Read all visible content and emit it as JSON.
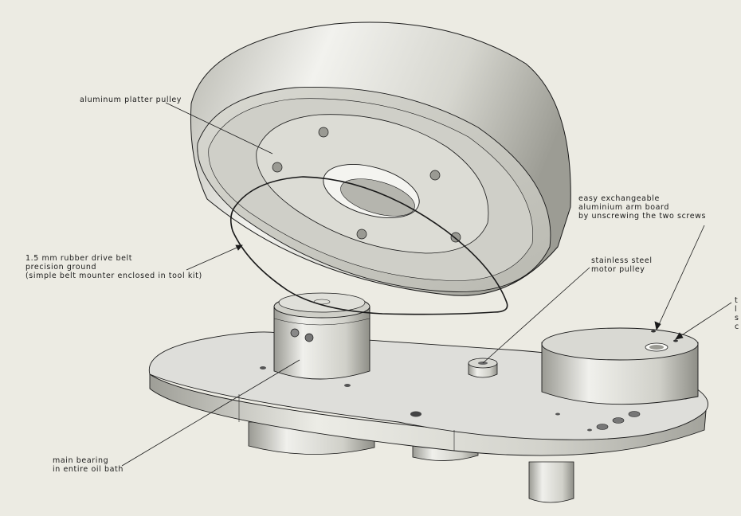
{
  "labels": {
    "platter_pulley": [
      "aluminum platter pulley"
    ],
    "drive_belt": [
      "1.5 mm rubber drive belt",
      "precision ground",
      "(simple belt mounter enclosed in tool kit)"
    ],
    "arm_board": [
      "easy exchangeable",
      "aluminium arm board",
      "by unscrewing the two screws"
    ],
    "motor_pulley": [
      "stainless steel",
      "motor pulley"
    ],
    "main_bearing": [
      "main bearing",
      "in entire oil bath"
    ],
    "cut_off": [
      "t",
      "l",
      "s",
      "c"
    ]
  },
  "colors": {
    "background": "#ecebe3",
    "metal_light": "#e6e6e0",
    "metal_mid": "#c9c9c2",
    "metal_dark": "#8f8f88",
    "outline": "#1a1a1a"
  }
}
